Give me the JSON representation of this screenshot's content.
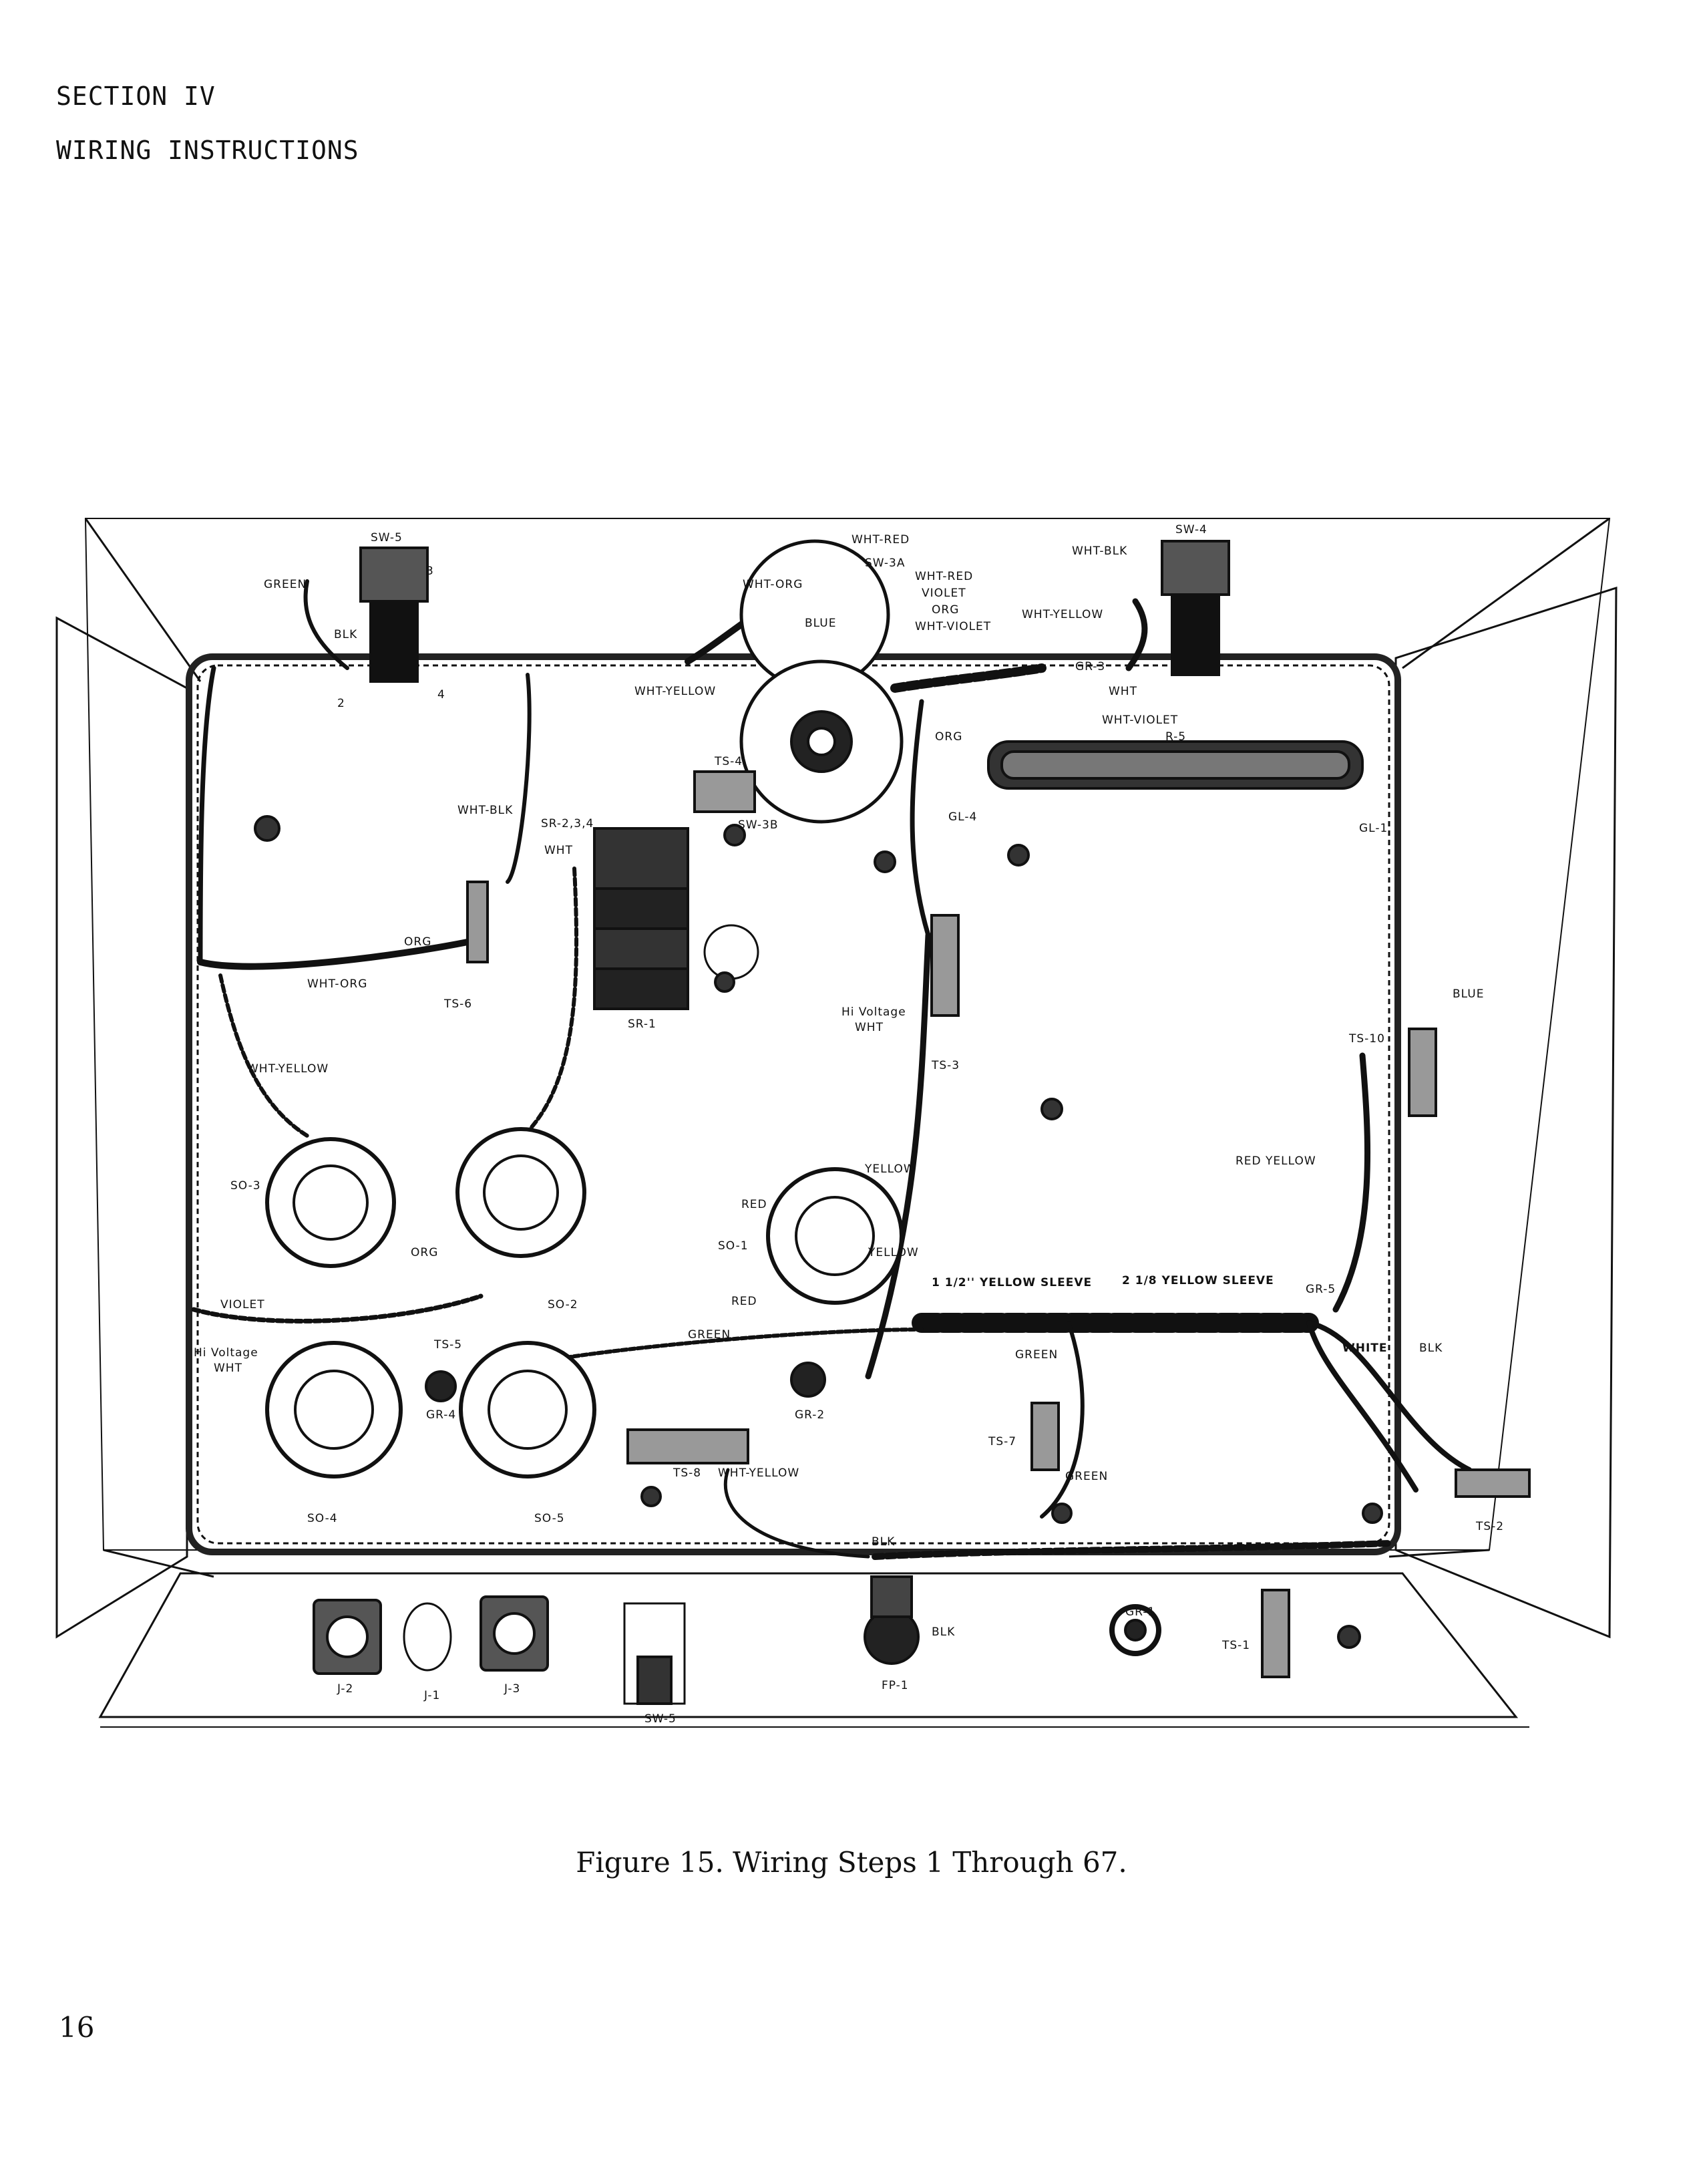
{
  "header": {
    "section": "SECTION IV",
    "title": "WIRING INSTRUCTIONS"
  },
  "figure": {
    "caption": "Figure 15. Wiring Steps 1 Through 67.",
    "labels": [
      {
        "id": "sw5-top",
        "text": "SW-5"
      },
      {
        "id": "green-tl",
        "text": "GREEN"
      },
      {
        "id": "blk-tl",
        "text": "BLK"
      },
      {
        "id": "n3-sw5",
        "text": "3"
      },
      {
        "id": "n2-sw5",
        "text": "2"
      },
      {
        "id": "n4-sw5",
        "text": "4"
      },
      {
        "id": "wht-red-top",
        "text": "WHT-RED"
      },
      {
        "id": "sw3a",
        "text": "SW-3A"
      },
      {
        "id": "wht-org-top",
        "text": "WHT-ORG"
      },
      {
        "id": "wht-red-2",
        "text": "WHT-RED"
      },
      {
        "id": "violet-top",
        "text": "VIOLET"
      },
      {
        "id": "org-top",
        "text": "ORG"
      },
      {
        "id": "wht-violet-top",
        "text": "WHT-VIOLET"
      },
      {
        "id": "blue-sw",
        "text": "BLUE"
      },
      {
        "id": "wht-yellow-top",
        "text": "WHT-YELLOW"
      },
      {
        "id": "sw4",
        "text": "SW-4"
      },
      {
        "id": "wht-blk-top",
        "text": "WHT-BLK"
      },
      {
        "id": "wht-yellow-r",
        "text": "WHT-YELLOW"
      },
      {
        "id": "gr3",
        "text": "GR-3"
      },
      {
        "id": "wht-r",
        "text": "WHT"
      },
      {
        "id": "wht-violet-r",
        "text": "WHT-VIOLET"
      },
      {
        "id": "org-r",
        "text": "ORG"
      },
      {
        "id": "r5",
        "text": "R-5"
      },
      {
        "id": "gl4",
        "text": "GL-4"
      },
      {
        "id": "gl1",
        "text": "GL-1"
      },
      {
        "id": "ts4",
        "text": "TS-4"
      },
      {
        "id": "sw3b",
        "text": "SW-3B"
      },
      {
        "id": "wht-blk-l",
        "text": "WHT-BLK"
      },
      {
        "id": "sr234",
        "text": "SR-2,3,4"
      },
      {
        "id": "wht-sr",
        "text": "WHT"
      },
      {
        "id": "org-l",
        "text": "ORG"
      },
      {
        "id": "wht-org-l",
        "text": "WHT-ORG"
      },
      {
        "id": "ts6",
        "text": "TS-6"
      },
      {
        "id": "sr1",
        "text": "SR-1"
      },
      {
        "id": "hv-mid",
        "text": "Hi Voltage"
      },
      {
        "id": "wht-hv-mid",
        "text": "WHT"
      },
      {
        "id": "ts3",
        "text": "TS-3"
      },
      {
        "id": "wht-yellow-l",
        "text": "WHT-YELLOW"
      },
      {
        "id": "so3",
        "text": "SO-3"
      },
      {
        "id": "so2",
        "text": "SO-2"
      },
      {
        "id": "org-so",
        "text": "ORG"
      },
      {
        "id": "violet-l",
        "text": "VIOLET"
      },
      {
        "id": "hv-l",
        "text": "Hi Voltage"
      },
      {
        "id": "wht-hv-l",
        "text": "WHT"
      },
      {
        "id": "ts5",
        "text": "TS-5"
      },
      {
        "id": "gr4",
        "text": "GR-4"
      },
      {
        "id": "so4",
        "text": "SO-4"
      },
      {
        "id": "so5",
        "text": "SO-5"
      },
      {
        "id": "green-mid",
        "text": "GREEN"
      },
      {
        "id": "yellow-so1",
        "text": "YELLOW"
      },
      {
        "id": "red-so1",
        "text": "RED"
      },
      {
        "id": "so1",
        "text": "SO-1"
      },
      {
        "id": "yellow-so1b",
        "text": "YELLOW"
      },
      {
        "id": "red-so1b",
        "text": "RED"
      },
      {
        "id": "gr2",
        "text": "GR-2"
      },
      {
        "id": "sleeve1",
        "text": "1 1/2'' YELLOW SLEEVE"
      },
      {
        "id": "sleeve2",
        "text": "2 1/8 YELLOW SLEEVE"
      },
      {
        "id": "gr5",
        "text": "GR-5"
      },
      {
        "id": "green-r",
        "text": "GREEN"
      },
      {
        "id": "white-r",
        "text": "WHITE"
      },
      {
        "id": "blk-r",
        "text": "BLK"
      },
      {
        "id": "blue-r",
        "text": "BLUE"
      },
      {
        "id": "ts10",
        "text": "TS-10"
      },
      {
        "id": "red-yellow",
        "text": "RED YELLOW"
      },
      {
        "id": "ts7",
        "text": "TS-7"
      },
      {
        "id": "green-ts7",
        "text": "GREEN"
      },
      {
        "id": "ts8",
        "text": "TS-8"
      },
      {
        "id": "wht-yellow-b",
        "text": "WHT-YELLOW"
      },
      {
        "id": "blk-fp",
        "text": "BLK"
      },
      {
        "id": "blk-fp2",
        "text": "BLK"
      },
      {
        "id": "fp1",
        "text": "FP-1"
      },
      {
        "id": "ts2",
        "text": "TS-2"
      },
      {
        "id": "j2",
        "text": "J-2"
      },
      {
        "id": "j1",
        "text": "J-1"
      },
      {
        "id": "j3",
        "text": "J-3"
      },
      {
        "id": "sw5-b",
        "text": "SW-5"
      },
      {
        "id": "gr1",
        "text": "GR-1"
      },
      {
        "id": "ts1",
        "text": "TS-1"
      }
    ]
  },
  "page_number": "16"
}
